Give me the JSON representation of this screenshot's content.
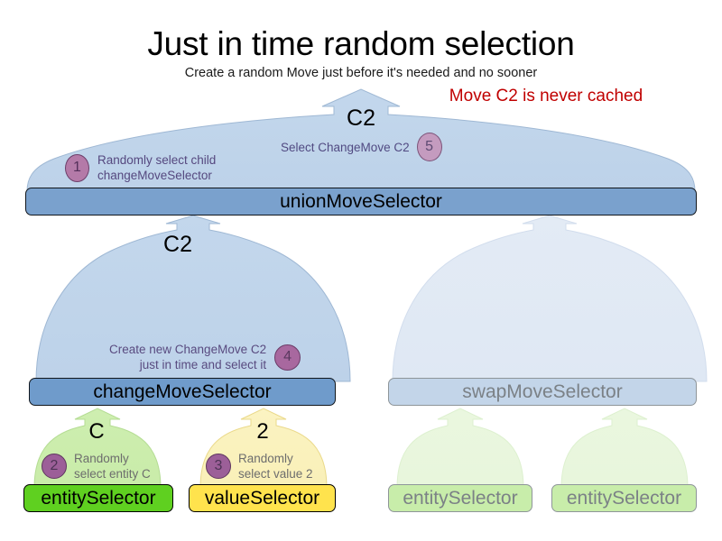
{
  "header": {
    "title": "Just in time random selection",
    "subtitle": "Create a random Move just before it's needed and no sooner",
    "note": "Move C2 is never cached",
    "note_color": "#c00000"
  },
  "nodes": {
    "union": {
      "label": "unionMoveSelector",
      "fill": "#7aa1cd",
      "payload": "C2"
    },
    "change": {
      "label": "changeMoveSelector",
      "fill": "#6f9bcb",
      "payload": "C2"
    },
    "swap": {
      "label": "swapMoveSelector",
      "fill": "#c3d5e9",
      "payload": ""
    },
    "entity_c": {
      "label": "entitySelector",
      "fill": "#5fd020",
      "payload": "C"
    },
    "value_2": {
      "label": "valueSelector",
      "fill": "#ffe34d",
      "payload": "2"
    },
    "entity_faded_1": {
      "label": "entitySelector",
      "fill": "#c8edaa",
      "payload": ""
    },
    "entity_faded_2": {
      "label": "entitySelector",
      "fill": "#c8edaa",
      "payload": ""
    }
  },
  "steps": [
    {
      "number": "1",
      "text": "Randomly select child\nchangeMoveSelector"
    },
    {
      "number": "2",
      "text": "Randomly\nselect entity C"
    },
    {
      "number": "3",
      "text": "Randomly\nselect value 2"
    },
    {
      "number": "4",
      "text": "Create new ChangeMove C2\njust in time and select it"
    },
    {
      "number": "5",
      "text": "Select ChangeMove C2"
    }
  ]
}
